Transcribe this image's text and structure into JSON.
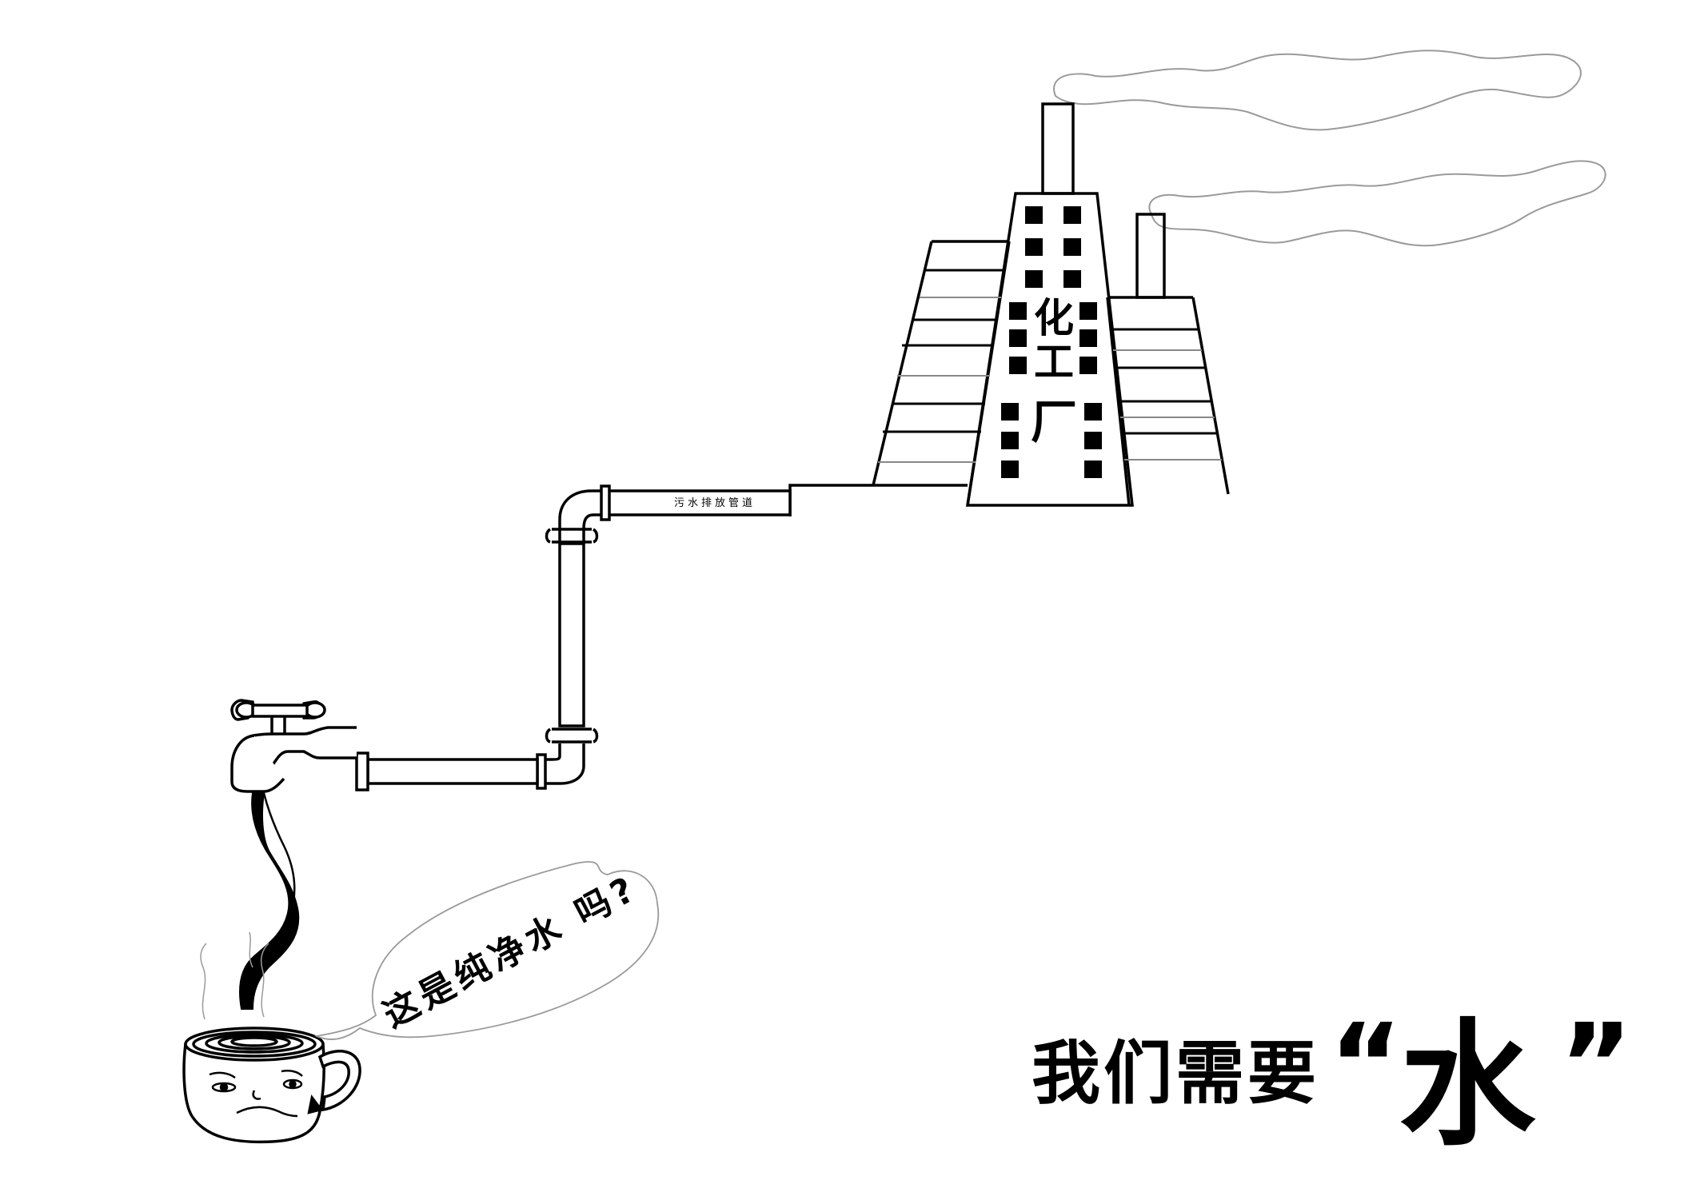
{
  "factory": {
    "sign_line1": "化",
    "sign_line2": "工",
    "sign_line3": "厂"
  },
  "pipe": {
    "label": "污水排放管道"
  },
  "speech_bubble": {
    "text": "这是纯净水 吗?"
  },
  "slogan": {
    "prefix": "我们需要",
    "open_quote": "“",
    "word": "水",
    "close_quote": "”"
  },
  "colors": {
    "ink": "#000000",
    "background": "#ffffff",
    "smoke": "#9a9a9a"
  }
}
